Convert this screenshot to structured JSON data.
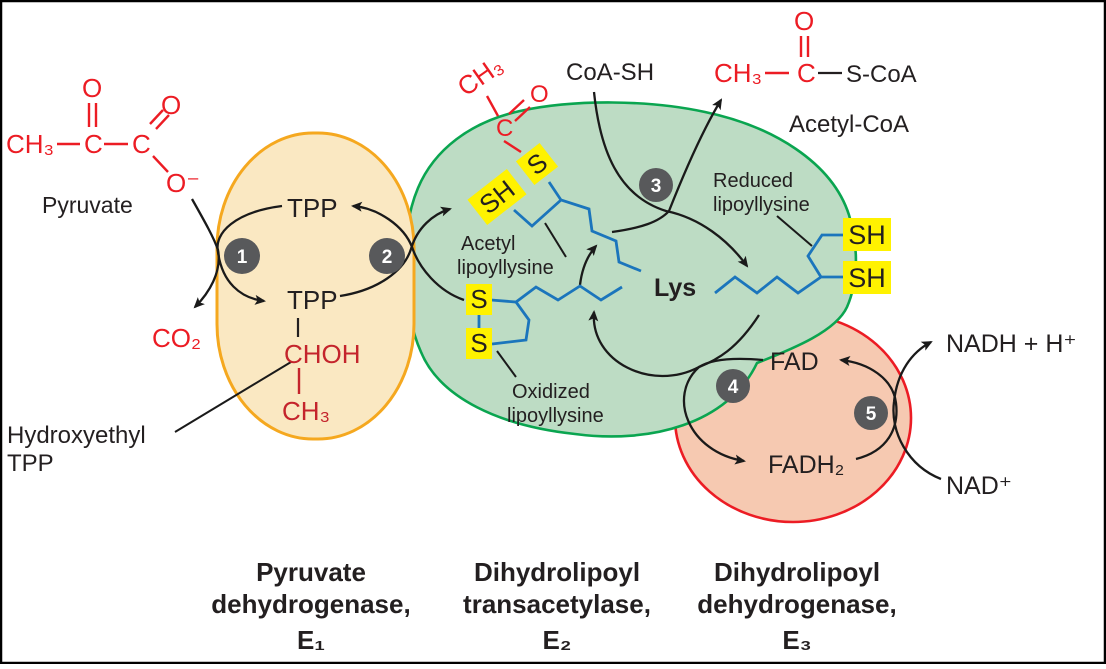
{
  "colors": {
    "red": "#EC1C24",
    "dark_red": "#C4242C",
    "orange": "#F5A81F",
    "cream": "#FAE8C2",
    "green": "#0AA550",
    "green_fill": "#BDDCC4",
    "salmon": "#F6C9B1",
    "blue": "#1B75BC",
    "yellow": "#FFF200",
    "gray_circle": "#58595B",
    "text_dark": "#231F20"
  },
  "pyruvate": {
    "ch3": "CH₃",
    "c1": "C",
    "c2": "C",
    "o1": "O",
    "o2": "O",
    "o_minus": "O⁻",
    "label": "Pyruvate",
    "co2": "CO₂"
  },
  "e1": {
    "tpp_top": "TPP",
    "tpp_bottom": "TPP",
    "choh": "CHOH",
    "ch3": "CH₃",
    "hydroxyethyl1": "Hydroxyethyl",
    "hydroxyethyl2": "TPP"
  },
  "e2": {
    "acetyl_ch3": "CH₃",
    "acetyl_c": "C",
    "acetyl_o": "O",
    "s_acetyl": "S",
    "sh_acetyl": "SH",
    "acetyl_label1": "Acetyl",
    "acetyl_label2": "lipoyllysine",
    "ox_s_top": "S",
    "ox_s_bottom": "S",
    "ox_label1": "Oxidized",
    "ox_label2": "lipoyllysine",
    "lys": "Lys",
    "red_label1": "Reduced",
    "red_label2": "lipoyllysine",
    "sh_top": "SH",
    "sh_bottom": "SH"
  },
  "coa": {
    "coa_sh": "CoA-SH",
    "ch3": "CH₃",
    "c": "C",
    "o": "O",
    "s_coa": "S-CoA",
    "label": "Acetyl-CoA"
  },
  "e3": {
    "fad": "FAD",
    "fadh2": "FADH₂",
    "nadh": "NADH + H⁺",
    "nad": "NAD⁺"
  },
  "steps": [
    "1",
    "2",
    "3",
    "4",
    "5"
  ],
  "enzymes": [
    {
      "l1": "Pyruvate",
      "l2": "dehydrogenase,",
      "l3": "E₁"
    },
    {
      "l1": "Dihydrolipoyl",
      "l2": "transacetylase,",
      "l3": "E₂"
    },
    {
      "l1": "Dihydrolipoyl",
      "l2": "dehydrogenase,",
      "l3": "E₃"
    }
  ]
}
